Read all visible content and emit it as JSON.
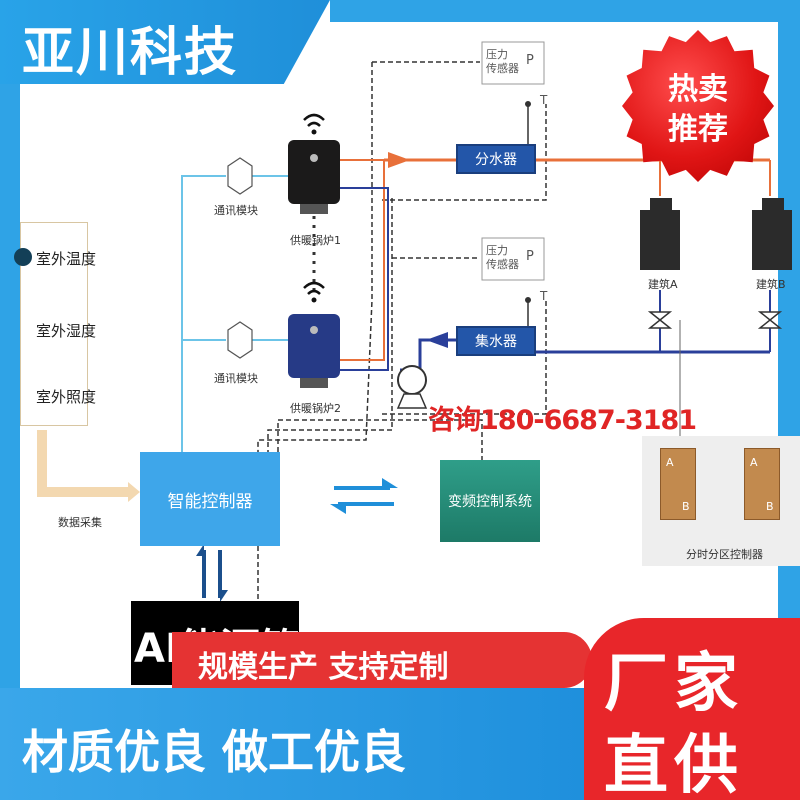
{
  "brand": {
    "name": "亚川科技"
  },
  "seal": {
    "line1": "热卖",
    "line2": "推荐"
  },
  "sensors": {
    "items": [
      "室外温度",
      "室外湿度",
      "室外照度"
    ]
  },
  "diagram": {
    "pressure_sensor_top": {
      "line1": "压力",
      "line2": "传感器",
      "tag": "P"
    },
    "pressure_sensor_mid": {
      "line1": "压力",
      "line2": "传感器",
      "tag": "P"
    },
    "temp_tag": "T",
    "comm_module_1": "通讯模块",
    "comm_module_2": "通讯模块",
    "boiler_1": "供暖锅炉1",
    "boiler_2": "供暖锅炉2",
    "supply_manifold": "分水器",
    "return_manifold": "集水器",
    "building_a": "建筑A",
    "building_b": "建筑B",
    "controller": "智能控制器",
    "vfd": "变频控制系统",
    "data_collection": "数据采集",
    "zone_controller": "分时分区控制器",
    "zone_a": "A",
    "zone_b": "B"
  },
  "contact": {
    "phone": "咨询180-6687-3181"
  },
  "banners": {
    "black_label": "AI能源管控",
    "red_strip": "规模生产  支持定制",
    "blue_bottom": "材质优良  做工优良",
    "factory_line1": "厂家",
    "factory_line2": "直供"
  },
  "colors": {
    "brand_blue": "#2fa3e6",
    "accent_red": "#e53333",
    "pipe_supply": "#e8703a",
    "pipe_return": "#2a3f9a",
    "signal_cyan": "#6cc4e8"
  }
}
